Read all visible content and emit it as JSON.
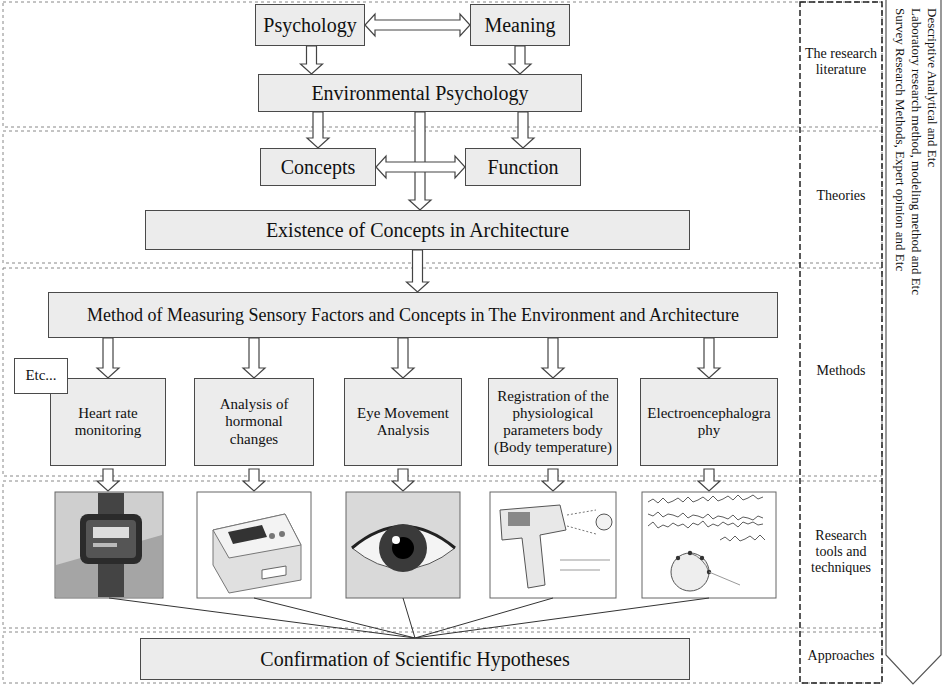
{
  "diagram": {
    "nodes": [
      {
        "text": [
          "Psychology"
        ]
      },
      {
        "text": [
          "Meaning"
        ]
      },
      {
        "text": [
          "Environmental Psychology"
        ]
      },
      {
        "text": [
          "Concepts"
        ]
      },
      {
        "text": [
          "Function"
        ]
      },
      {
        "text": [
          "Existence of Concepts in Architecture"
        ]
      },
      {
        "text": [
          "Method of Measuring Sensory Factors and Concepts in The Environment and Architecture"
        ]
      },
      {
        "text": [
          "Etc..."
        ]
      },
      {
        "text": [
          "Heart rate monitoring"
        ]
      },
      {
        "text": [
          "Analysis of hormonal changes"
        ]
      },
      {
        "text": [
          "Eye Movement Analysis"
        ]
      },
      {
        "text": [
          "Registration of the physiological parameters body (Body temperature)"
        ]
      },
      {
        "text": [
          "Electroencephalogra phy"
        ]
      },
      {
        "text": [
          "Confirmation of Scientific Hypotheses"
        ]
      }
    ],
    "edges": [
      {
        "from": 0,
        "to": 1,
        "arrow": "both"
      },
      {
        "from": 0,
        "to": 2,
        "arrow": "to"
      },
      {
        "from": 1,
        "to": 2,
        "arrow": "to"
      },
      {
        "from": 2,
        "to": 3,
        "arrow": "to"
      },
      {
        "from": 2,
        "to": 4,
        "arrow": "to"
      },
      {
        "from": 2,
        "to": 5,
        "arrow": "to"
      },
      {
        "from": 3,
        "to": 4,
        "arrow": "both"
      },
      {
        "from": 5,
        "to": 6,
        "arrow": "to"
      },
      {
        "from": 6,
        "to": 8,
        "arrow": "to"
      },
      {
        "from": 6,
        "to": 9,
        "arrow": "to"
      },
      {
        "from": 6,
        "to": 10,
        "arrow": "to"
      },
      {
        "from": 6,
        "to": 11,
        "arrow": "to"
      },
      {
        "from": 6,
        "to": 12,
        "arrow": "to"
      }
    ],
    "labels": [
      "The research literature",
      "Theories",
      "Methods",
      "Research tools and techniques",
      "Approaches",
      "Descriptive Analytical and Etc",
      "Laboratory research method, modeling method and Etc",
      "Survey Research Methods, Expert opinion and Etc"
    ]
  }
}
